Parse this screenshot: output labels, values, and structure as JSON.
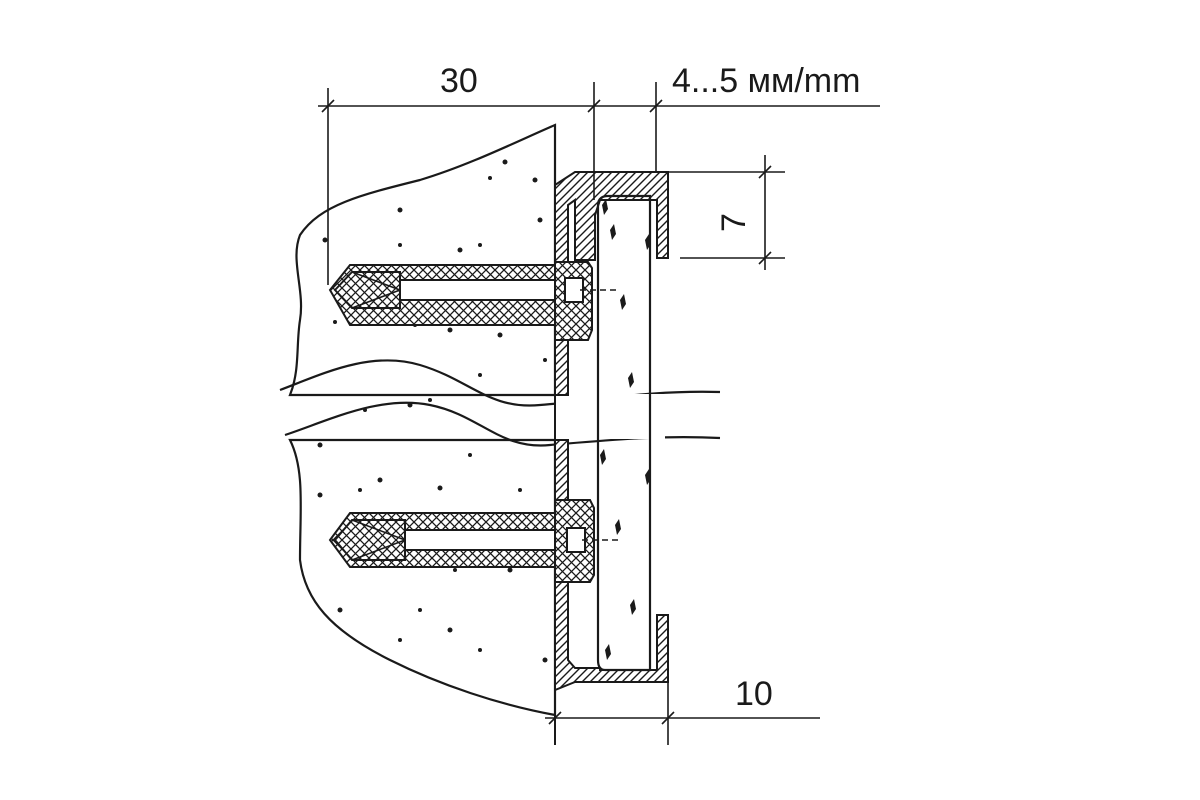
{
  "dimensions": {
    "depth": "30",
    "gap": "4...5 мм/mm",
    "lip": "7",
    "width": "10"
  },
  "colors": {
    "ink": "#1a1a1a",
    "paper": "#ffffff",
    "concrete_fill": "#ffffff"
  }
}
